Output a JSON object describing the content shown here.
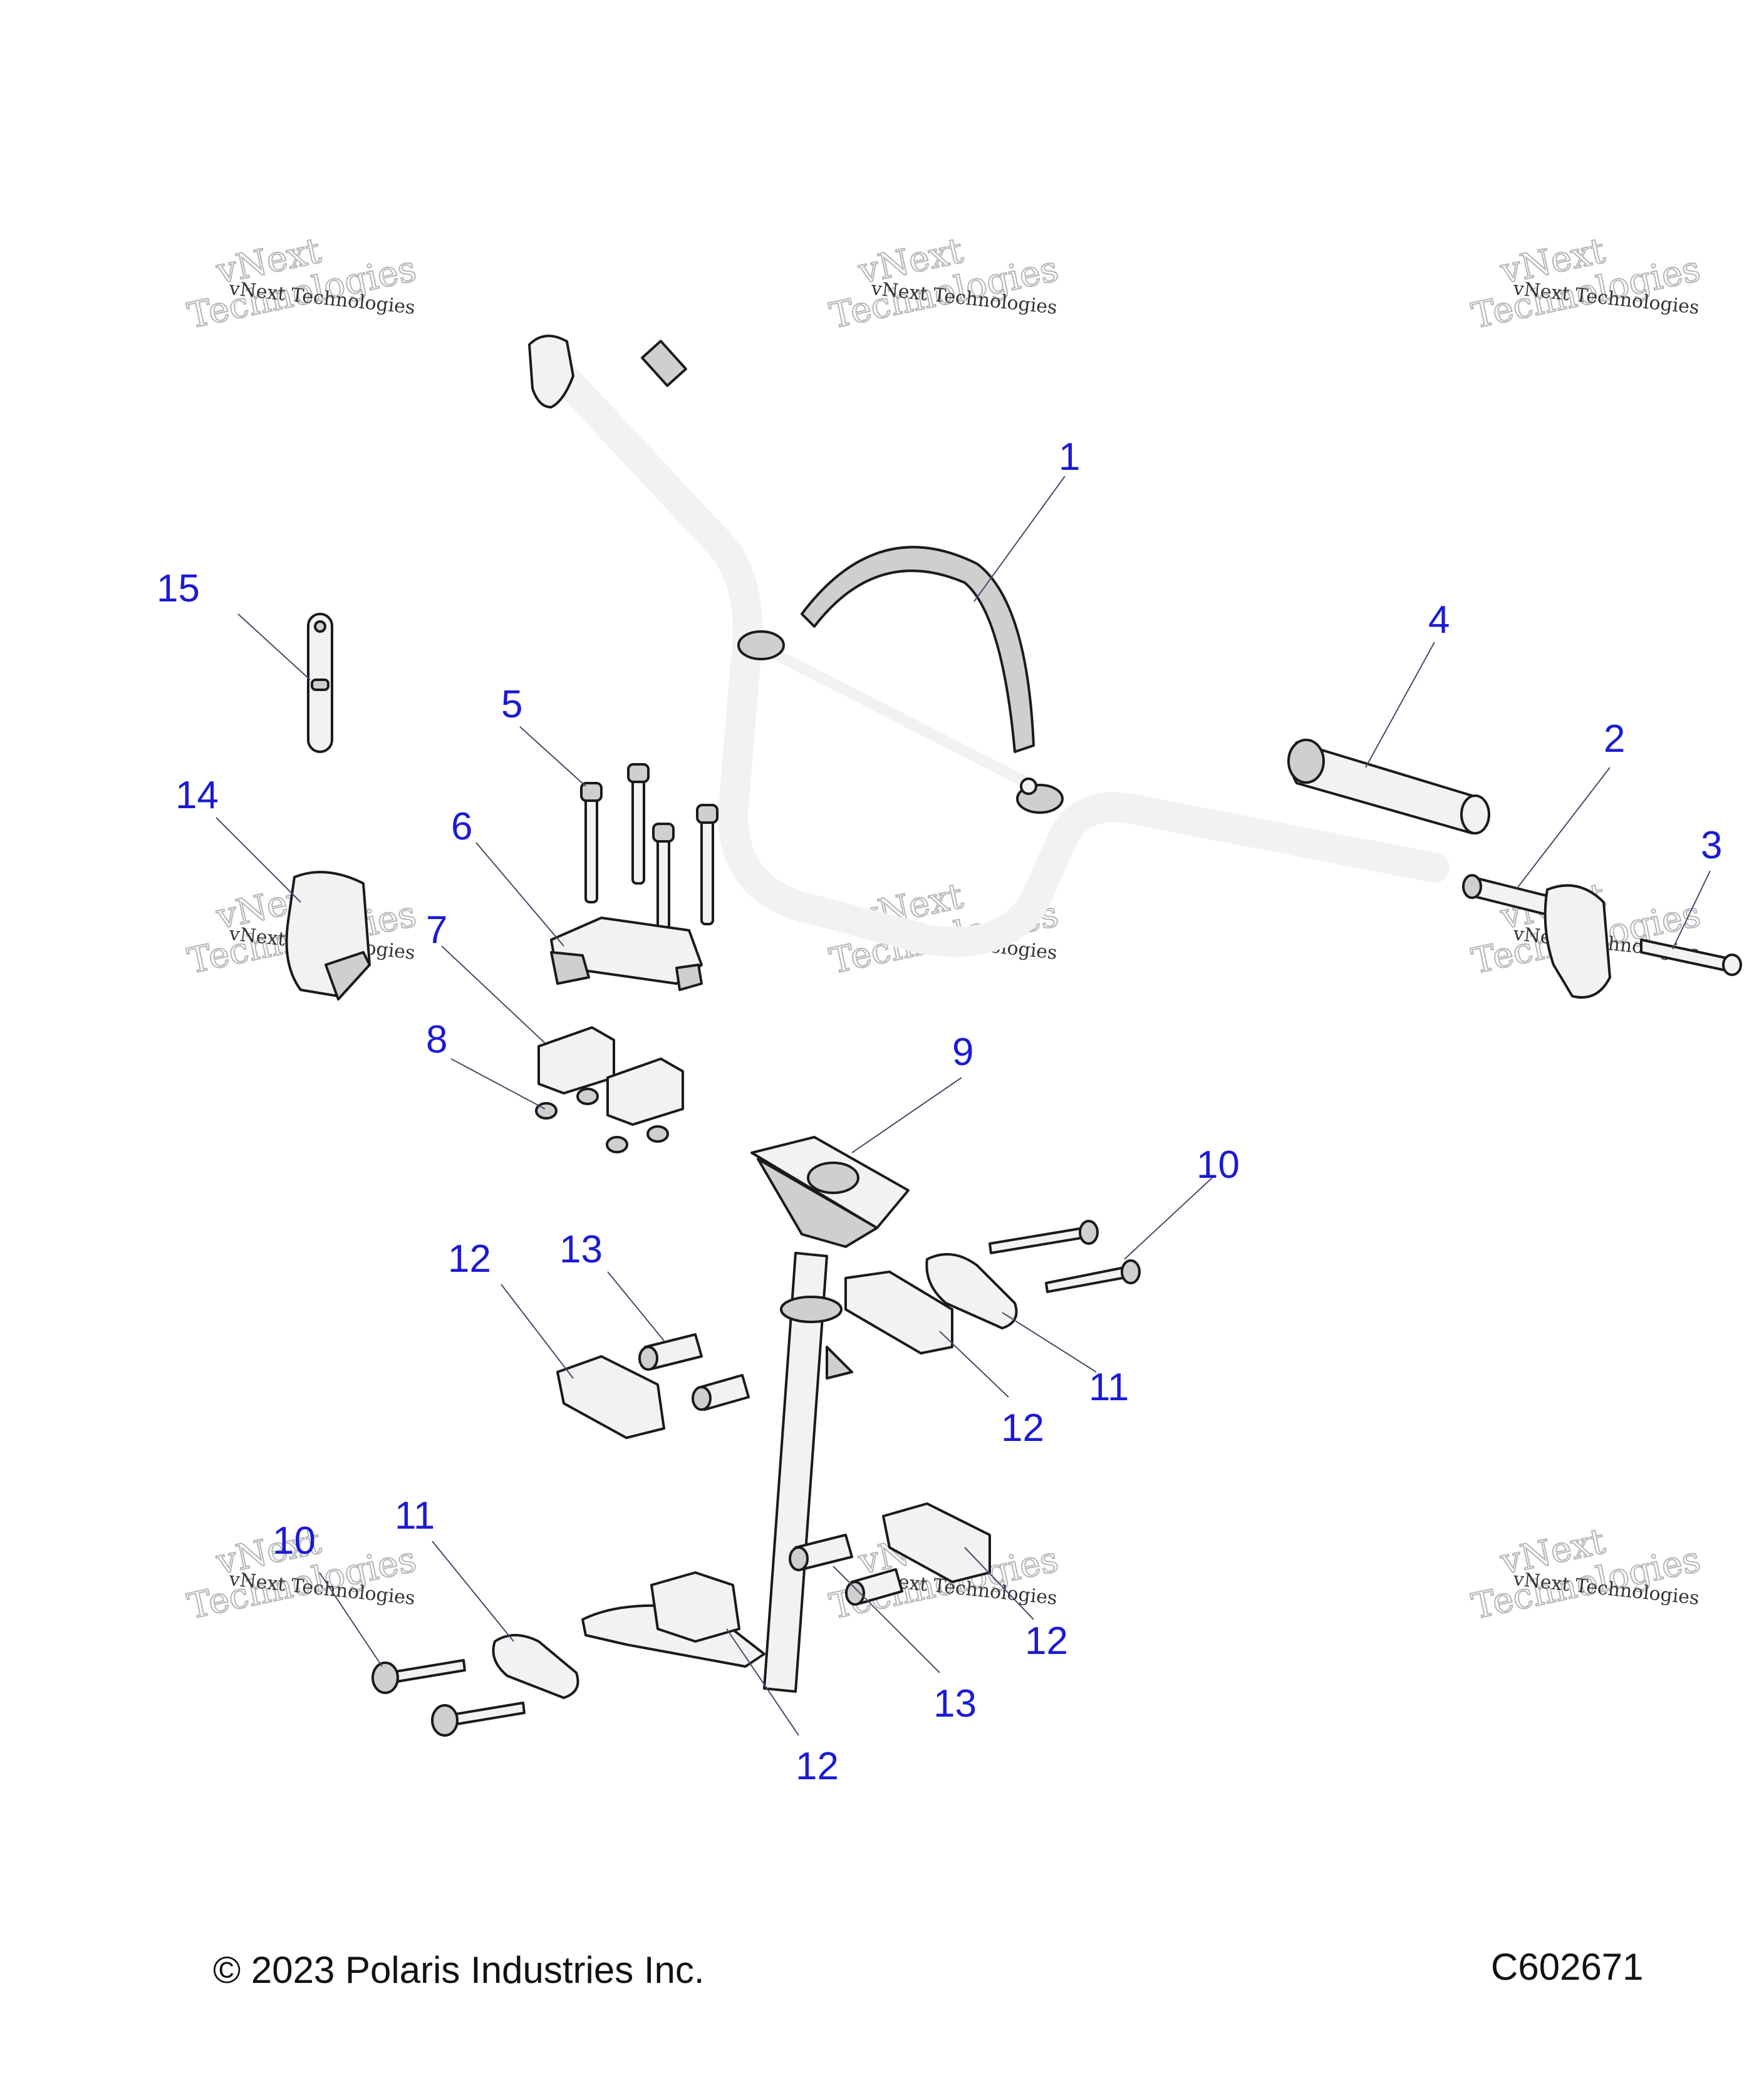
{
  "callouts": [
    {
      "id": "c1",
      "label": "1"
    },
    {
      "id": "c2",
      "label": "2"
    },
    {
      "id": "c3",
      "label": "3"
    },
    {
      "id": "c4",
      "label": "4"
    },
    {
      "id": "c5",
      "label": "5"
    },
    {
      "id": "c6",
      "label": "6"
    },
    {
      "id": "c7",
      "label": "7"
    },
    {
      "id": "c8",
      "label": "8"
    },
    {
      "id": "c9",
      "label": "9"
    },
    {
      "id": "c10a",
      "label": "10"
    },
    {
      "id": "c10b",
      "label": "10"
    },
    {
      "id": "c11a",
      "label": "11"
    },
    {
      "id": "c11b",
      "label": "11"
    },
    {
      "id": "c12a",
      "label": "12"
    },
    {
      "id": "c12b",
      "label": "12"
    },
    {
      "id": "c12c",
      "label": "12"
    },
    {
      "id": "c12d",
      "label": "12"
    },
    {
      "id": "c13a",
      "label": "13"
    },
    {
      "id": "c13b",
      "label": "13"
    },
    {
      "id": "c14",
      "label": "14"
    },
    {
      "id": "c15",
      "label": "15"
    }
  ],
  "watermark": {
    "small": "vNext Technologies",
    "big_line1": "vNext",
    "big_line2": "Technologies"
  },
  "footer": {
    "copyright": "© 2023 Polaris Industries Inc.",
    "code": "C602671"
  }
}
